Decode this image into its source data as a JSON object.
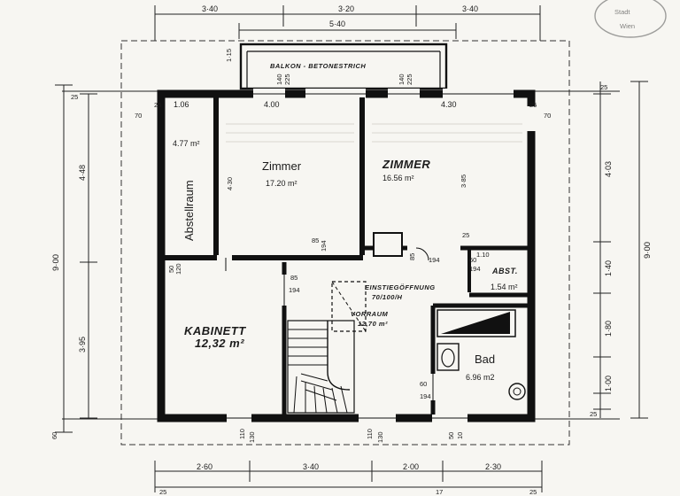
{
  "dimensions": {
    "top_row1": [
      "3·40",
      "3·20",
      "3·40"
    ],
    "top_row2": "5·40",
    "bottom_row1": [
      "2·60",
      "3·40",
      "2·00",
      "2·30"
    ],
    "bottom_row2": [
      "25",
      "17",
      "25"
    ],
    "right_outer": "9·00",
    "right_inner": [
      "4·03",
      "1·40",
      "1·80",
      "1·00"
    ],
    "right_extra": [
      "25",
      "25"
    ],
    "left_outer": "9·00",
    "left_inner": [
      "4·48",
      "3·95"
    ],
    "left_extra": [
      "25",
      "60"
    ],
    "wall_top": [
      "1.06",
      "4.00",
      "4.30"
    ],
    "wall_small": [
      "25",
      "70",
      "70",
      "25"
    ],
    "balcony_small": [
      "1·15",
      "140",
      "225",
      "140",
      "225"
    ],
    "zimmer1_vertical": "4·30",
    "zimmer2_vertical": "3·85",
    "door_a": [
      "85",
      "194"
    ],
    "door_b": [
      "85",
      "194"
    ],
    "door_c": [
      "85",
      "194"
    ],
    "door_d": [
      "60",
      "194"
    ],
    "door_e": [
      "60",
      "194"
    ],
    "abst_dims": [
      "1.10"
    ],
    "left_door": [
      "50",
      "120"
    ],
    "window_bottom": [
      "110",
      "130",
      "110",
      "130",
      "50",
      "10"
    ],
    "stair_notes": [
      "25"
    ]
  },
  "balcony": {
    "label": "BALKON - BETONESTRICH"
  },
  "rooms": {
    "abstellraum": {
      "name": "Abstellraum",
      "area": "4.77 m²"
    },
    "zimmer1": {
      "name": "Zimmer",
      "area": "17.20 m²"
    },
    "zimmer2": {
      "name": "ZIMMER",
      "area": "16.56 m²"
    },
    "abst": {
      "name": "ABST.",
      "area": "1.54 m²"
    },
    "kabinett": {
      "name": "KABINETT",
      "area": "12,32 m²"
    },
    "vorraum": {
      "name": "VORRAUM",
      "area": "12,70 m²"
    },
    "bad": {
      "name": "Bad",
      "area": "6.96 m2"
    }
  },
  "annotations": {
    "einstieg_line1": "EINSTIEGÖFFNUNG",
    "einstieg_line2": "70/100/H"
  },
  "stamp": {
    "line1": "Stadt",
    "line2": "Wien"
  }
}
